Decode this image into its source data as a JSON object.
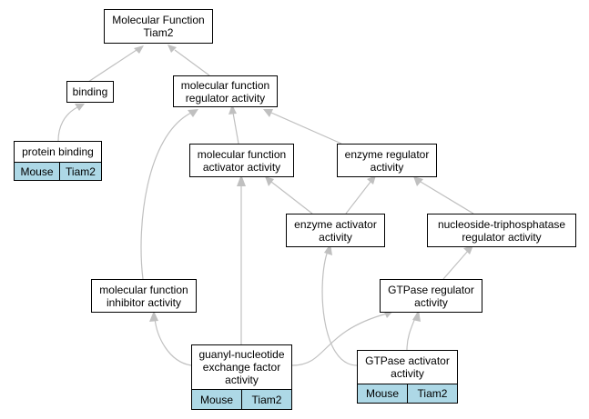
{
  "colors": {
    "edge": "#c0c0c0",
    "annotation_fill": "#add8e6",
    "node_border": "#000000"
  },
  "nodes": {
    "root": {
      "lines": [
        "Molecular Function",
        "Tiam2"
      ]
    },
    "binding": {
      "lines": [
        "binding"
      ]
    },
    "mf_regulator": {
      "lines": [
        "molecular function",
        "regulator activity"
      ]
    },
    "protein_binding": {
      "lines": [
        "protein binding"
      ],
      "species": "Mouse",
      "gene": "Tiam2"
    },
    "mf_activator": {
      "lines": [
        "molecular function",
        "activator activity"
      ]
    },
    "enzyme_regulator": {
      "lines": [
        "enzyme regulator",
        "activity"
      ]
    },
    "enzyme_activator": {
      "lines": [
        "enzyme activator",
        "activity"
      ]
    },
    "ntpase_regulator": {
      "lines": [
        "nucleoside-triphosphatase",
        "regulator activity"
      ]
    },
    "mf_inhibitor": {
      "lines": [
        "molecular function",
        "inhibitor activity"
      ]
    },
    "gtpase_regulator": {
      "lines": [
        "GTPase regulator",
        "activity"
      ]
    },
    "gnef": {
      "lines": [
        "guanyl-nucleotide",
        "exchange factor",
        "activity"
      ],
      "species": "Mouse",
      "gene": "Tiam2"
    },
    "gtpase_activator": {
      "lines": [
        "GTPase activator",
        "activity"
      ],
      "species": "Mouse",
      "gene": "Tiam2"
    }
  }
}
